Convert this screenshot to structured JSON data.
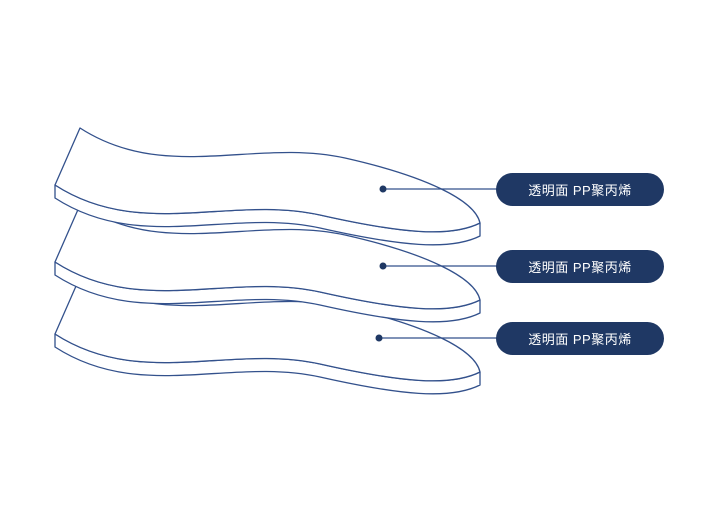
{
  "diagram": {
    "stroke_color": "#33518c",
    "label_bg": "#1f3864",
    "label_text_color": "#ffffff",
    "layers": [
      {
        "label": "透明面 PP聚丙烯"
      },
      {
        "label": "透明面 PP聚丙烯"
      },
      {
        "label": "透明面 PP聚丙烯"
      }
    ]
  }
}
